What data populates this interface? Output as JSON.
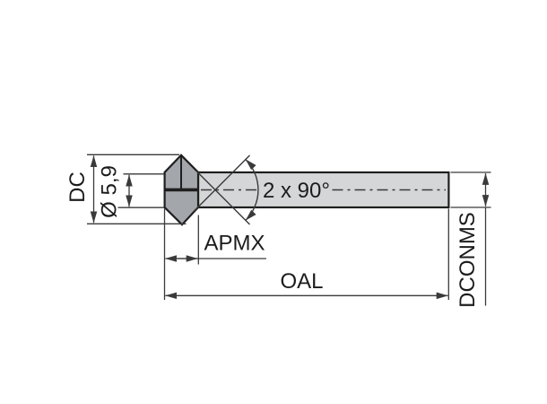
{
  "drawing": {
    "labels": {
      "dc": "DC",
      "diameter": "Ø 5,9",
      "angle": "2 x 90°",
      "apmx": "APMX",
      "oal": "OAL",
      "dconms": "DCONMS"
    },
    "colors": {
      "background": "#ffffff",
      "head_fill": "#a3a7ab",
      "shank_fill": "#d5d6d8",
      "outline": "#1e1e1e",
      "dimension_line": "#3a3a3a",
      "text": "#1c1c1c"
    }
  }
}
